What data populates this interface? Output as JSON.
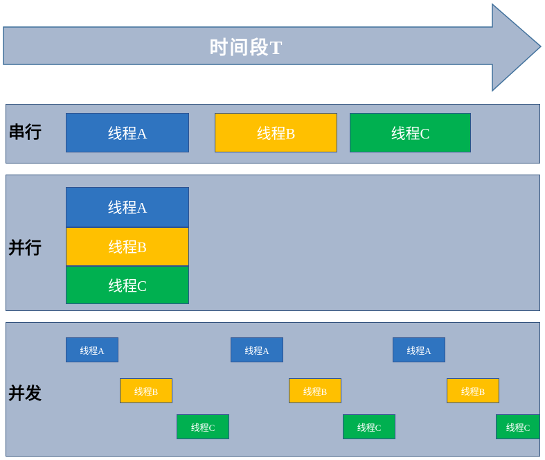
{
  "arrow": {
    "label": "时间段T"
  },
  "colors": {
    "panel_bg": "#a8b7ce",
    "panel_border": "#31517c",
    "arrow_fill": "#a8b7ce",
    "arrow_border": "#41719c",
    "thread_a": "#2f74c0",
    "thread_b": "#ffc000",
    "thread_c": "#00b050",
    "box_border": "#2f528f",
    "thread_text": "#ffffff",
    "section_label_text": "#000000"
  },
  "sections": {
    "serial": {
      "label": "串行",
      "threads": [
        {
          "label": "线程A"
        },
        {
          "label": "线程B"
        },
        {
          "label": "线程C"
        }
      ]
    },
    "parallel": {
      "label": "并行",
      "threads": [
        {
          "label": "线程A"
        },
        {
          "label": "线程B"
        },
        {
          "label": "线程C"
        }
      ]
    },
    "concurrent": {
      "label": "并发",
      "threads": [
        {
          "label": "线程A"
        },
        {
          "label": "线程B"
        },
        {
          "label": "线程C"
        },
        {
          "label": "线程A"
        },
        {
          "label": "线程B"
        },
        {
          "label": "线程C"
        },
        {
          "label": "线程A"
        },
        {
          "label": "线程B"
        },
        {
          "label": "线程C"
        }
      ]
    }
  }
}
